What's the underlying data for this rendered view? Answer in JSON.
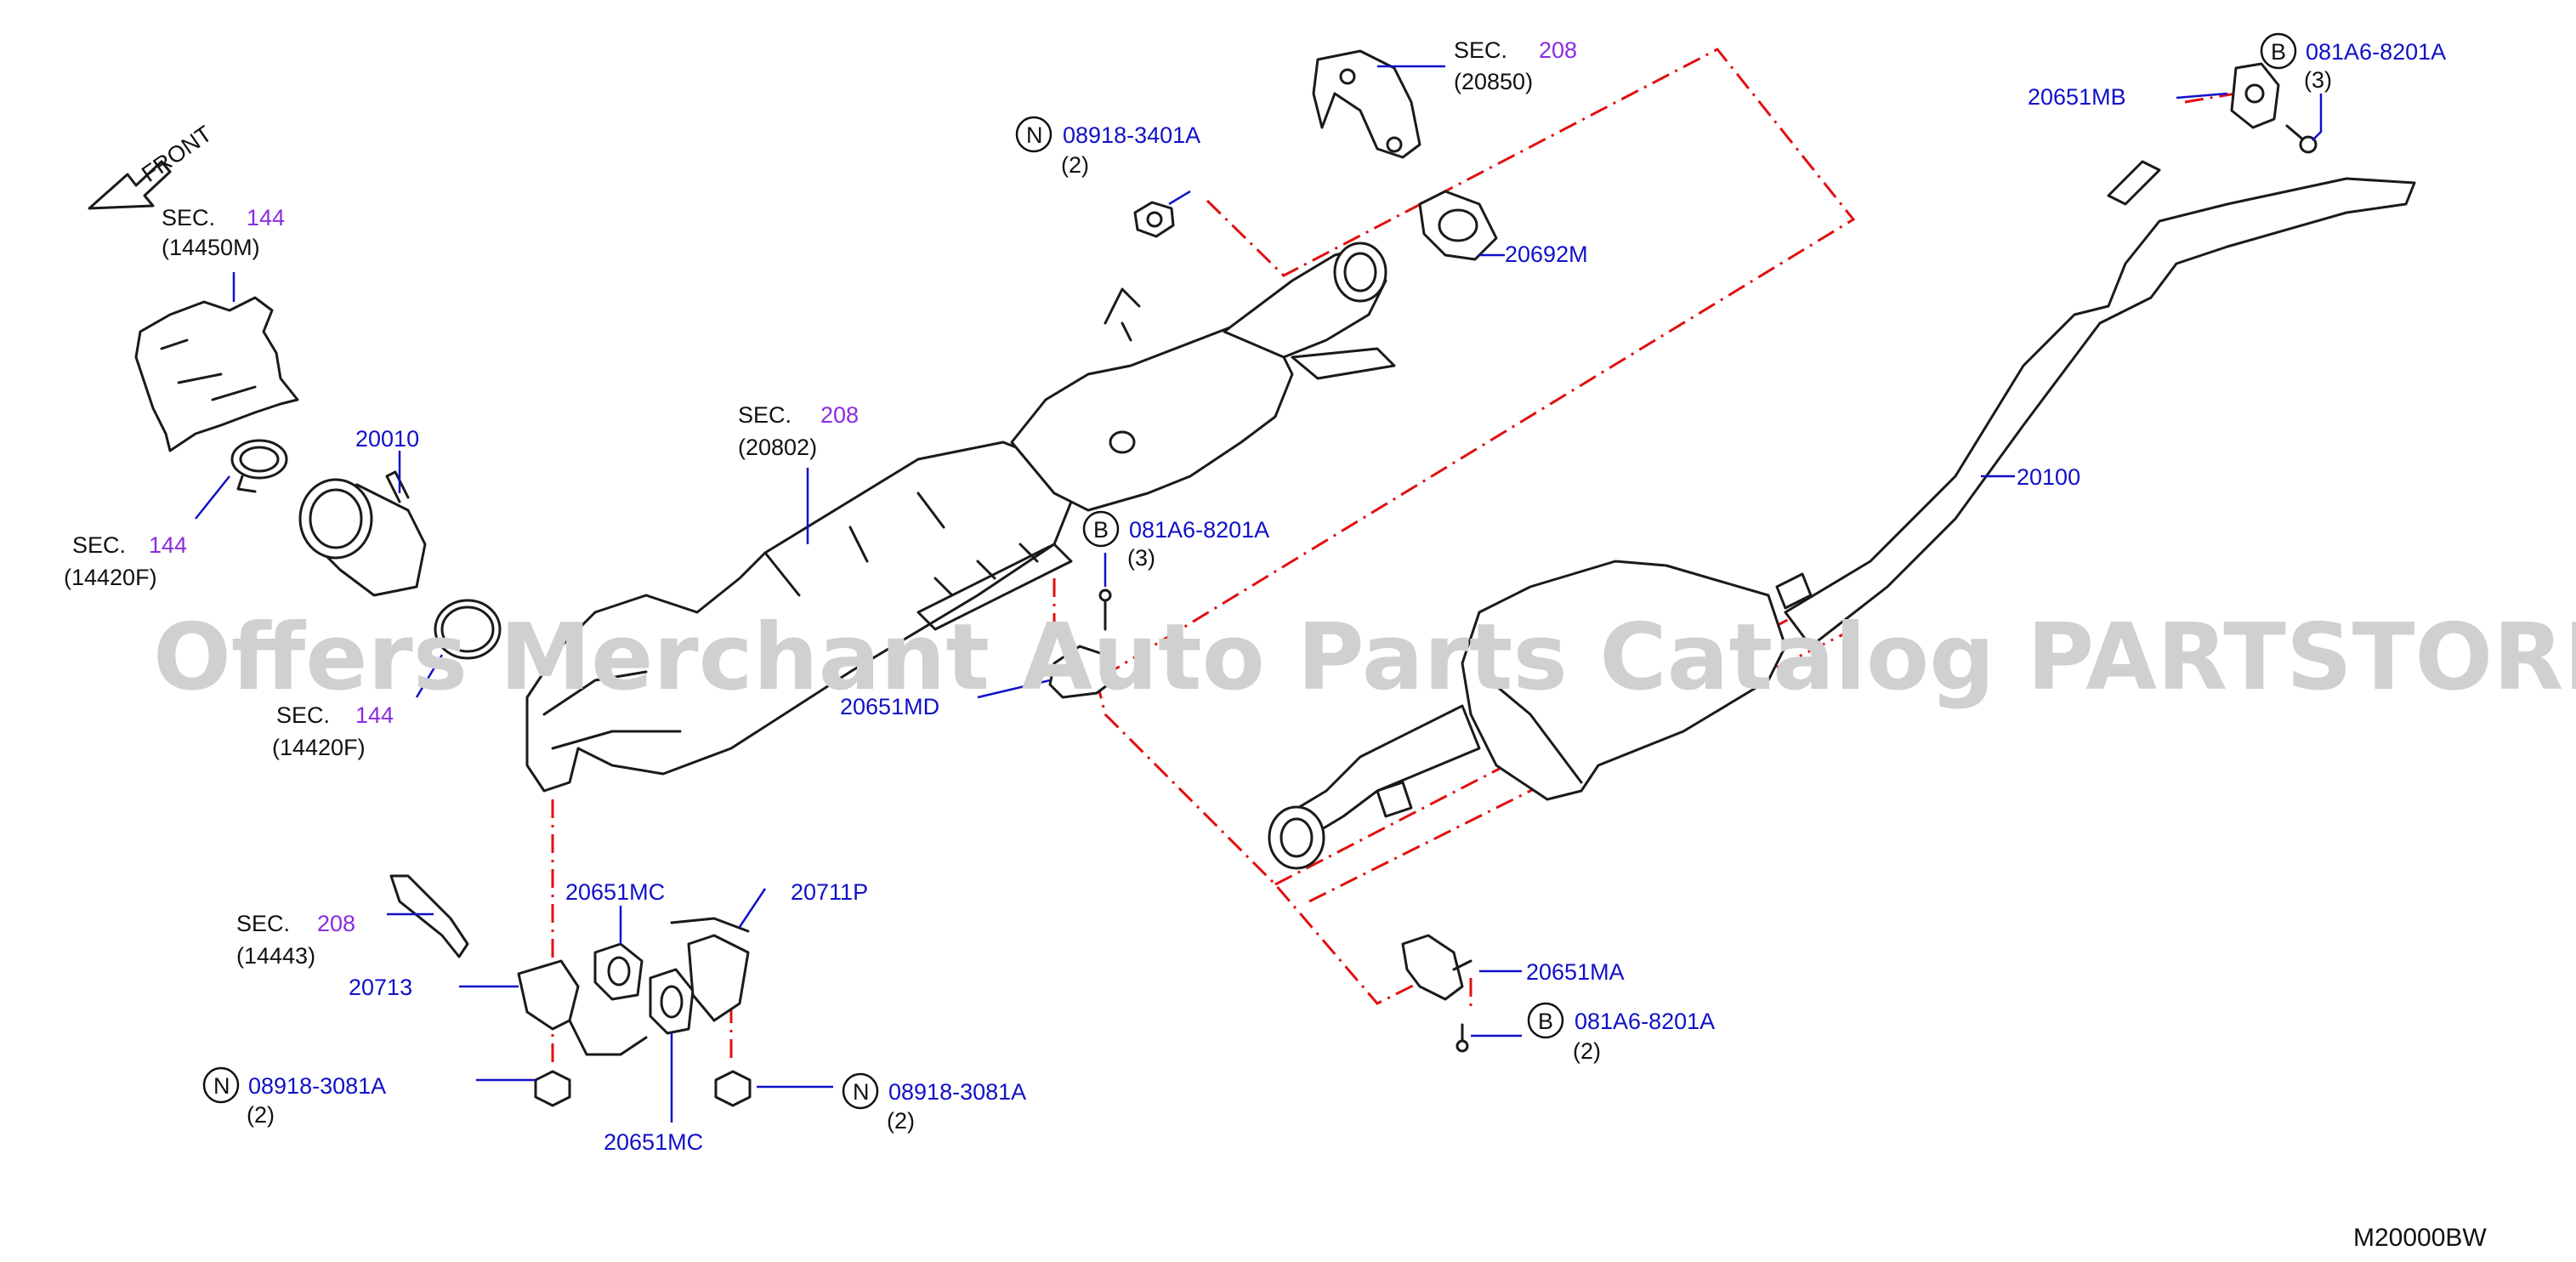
{
  "watermark": "Offers Merchant Auto Parts Catalog PARTSTORE.SA",
  "front_label": "FRONT",
  "drawing_id": "M20000BW",
  "sec_refs": [
    {
      "sec": "SEC.",
      "num": "144",
      "code": "(14450M)"
    },
    {
      "sec": "SEC.",
      "num": "144",
      "code": "(14420F)"
    },
    {
      "sec": "SEC.",
      "num": "144",
      "code": "(14420F)"
    },
    {
      "sec": "SEC.",
      "num": "208",
      "code": "(20850)"
    },
    {
      "sec": "SEC.",
      "num": "208",
      "code": "(20802)"
    },
    {
      "sec": "SEC.",
      "num": "208",
      "code": "(14443)"
    }
  ],
  "parts": {
    "p20010": "20010",
    "p20692M": "20692M",
    "p20100": "20100",
    "p20651MB": "20651MB",
    "p20651MD": "20651MD",
    "p20651MA": "20651MA",
    "p20651MC_top": "20651MC",
    "p20651MC_bottom": "20651MC",
    "p20711P": "20711P",
    "p20713": "20713"
  },
  "fasteners": [
    {
      "prefix": "N",
      "part": "08918-3401A",
      "qty": "(2)"
    },
    {
      "prefix": "B",
      "part": "081A6-8201A",
      "qty": "(3)"
    },
    {
      "prefix": "B",
      "part": "081A6-8201A",
      "qty": "(3)"
    },
    {
      "prefix": "B",
      "part": "081A6-8201A",
      "qty": "(2)"
    },
    {
      "prefix": "N",
      "part": "08918-3081A",
      "qty": "(2)"
    },
    {
      "prefix": "N",
      "part": "08918-3081A",
      "qty": "(2)"
    }
  ],
  "colors": {
    "part_number": "#1010c8",
    "section_number": "#8a2be2",
    "leader": "#1010c8",
    "assembly_line": "#e01010"
  }
}
